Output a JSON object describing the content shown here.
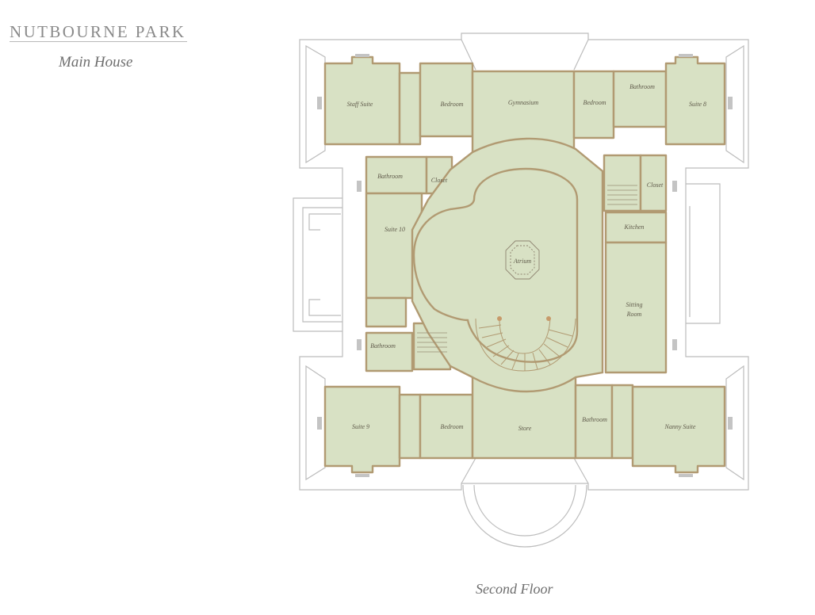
{
  "header": {
    "brand": "NUTBOURNE PARK",
    "subtitle": "Main House"
  },
  "floor_label": "Second Floor",
  "rooms": {
    "staff_suite": "Staff Suite",
    "bedroom_nw": "Bedroom",
    "gymnasium": "Gymnasium",
    "bedroom_ne": "Bedroom",
    "bathroom_ne": "Bathroom",
    "suite_8": "Suite 8",
    "bathroom_nw": "Bathroom",
    "closet_nw": "Closet",
    "closet_ne": "Closet",
    "suite_10": "Suite 10",
    "kitchen": "Kitchen",
    "atrium": "Atrium",
    "sitting_room_1": "Sitting",
    "sitting_room_2": "Room",
    "bathroom_w": "Bathroom",
    "suite_9": "Suite 9",
    "bedroom_sw": "Bedroom",
    "store": "Store",
    "bathroom_se": "Bathroom",
    "nanny_suite": "Nanny Suite"
  },
  "colors": {
    "room_fill": "#d8e1c4",
    "wall": "#b19a72",
    "outline": "#b8b8b8"
  }
}
